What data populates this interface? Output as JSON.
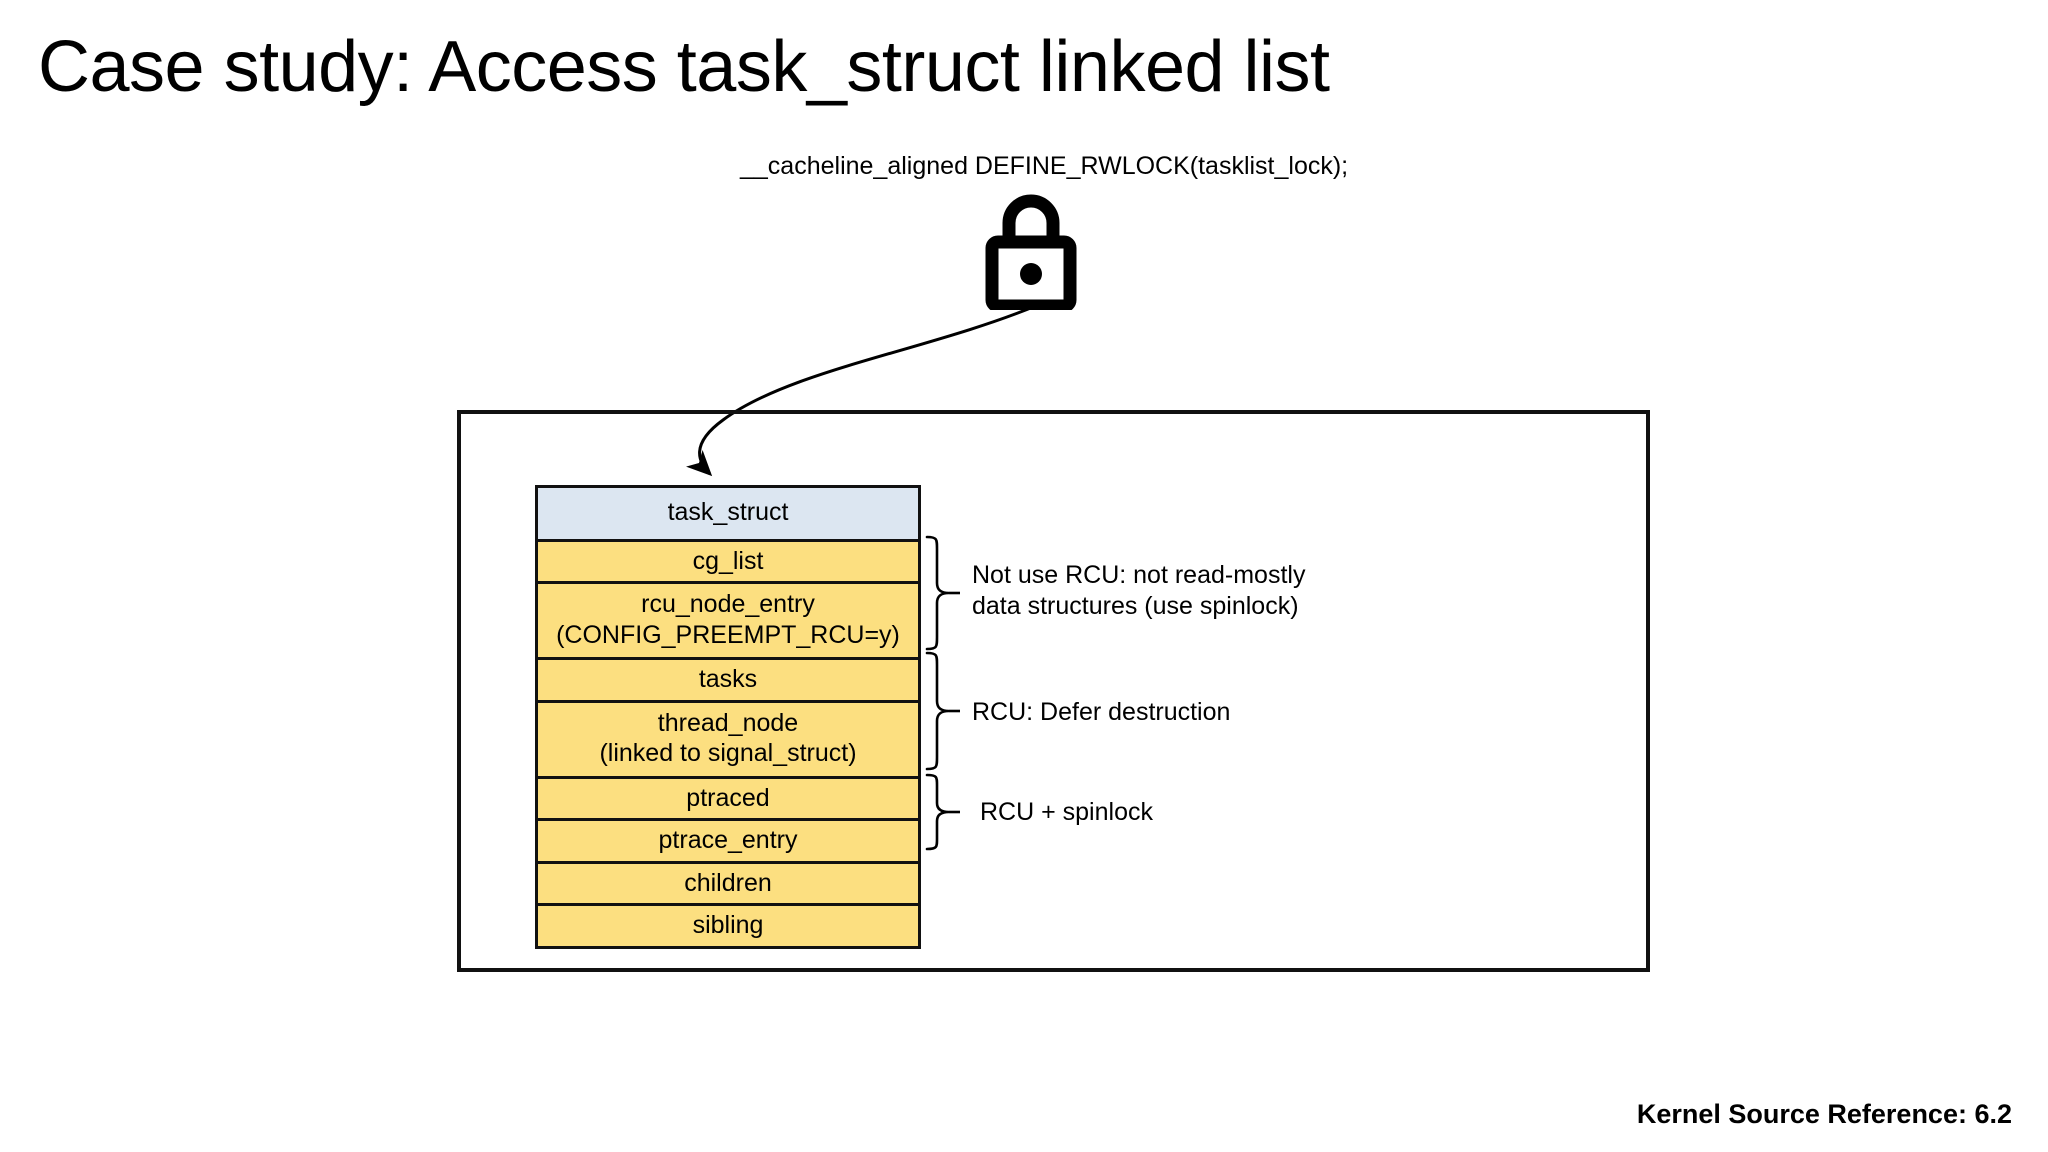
{
  "slide": {
    "title": "Case study: Access task_struct linked list",
    "footer": "Kernel Source Reference: 6.2"
  },
  "lock": {
    "code_label": "__cacheline_aligned DEFINE_RWLOCK(tasklist_lock);",
    "icon": "lock-icon"
  },
  "struct_table": {
    "header": "task_struct",
    "header_color": "#dce6f1",
    "row_color": "#fcdf80",
    "border_color": "#111111",
    "rows": [
      {
        "name": "cg_list",
        "sub": ""
      },
      {
        "name": "rcu_node_entry",
        "sub": "(CONFIG_PREEMPT_RCU=y)"
      },
      {
        "name": "tasks",
        "sub": ""
      },
      {
        "name": "thread_node",
        "sub": "(linked to signal_struct)"
      },
      {
        "name": "ptraced",
        "sub": ""
      },
      {
        "name": "ptrace_entry",
        "sub": ""
      },
      {
        "name": "children",
        "sub": ""
      },
      {
        "name": "sibling",
        "sub": ""
      }
    ]
  },
  "annotations": [
    {
      "line1": "Not use RCU: not read-mostly",
      "line2": "data structures (use spinlock)"
    },
    {
      "line1": "RCU: Defer destruction",
      "line2": ""
    },
    {
      "line1": "RCU + spinlock",
      "line2": ""
    }
  ]
}
